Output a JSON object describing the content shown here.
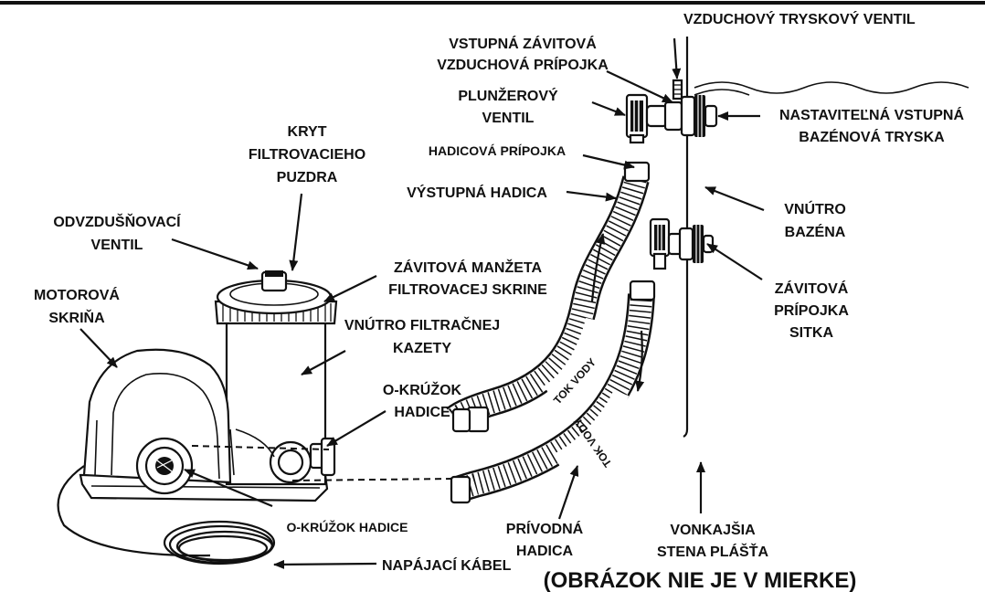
{
  "labels": {
    "air_jet_valve": "VZDUCHOVÝ TRYSKOVÝ VENTIL",
    "air_inlet_fitting": [
      "VSTUPNÁ ZÁVITOVÁ",
      "VZDUCHOVÁ PRÍPOJKA"
    ],
    "plunger_valve": [
      "PLUNŽEROVÝ",
      "VENTIL"
    ],
    "adjustable_inlet_nozzle": [
      "NASTAVITEĽNÁ VSTUPNÁ",
      "BAZÉNOVÁ TRYSKA"
    ],
    "hose_connector": "HADICOVÁ PRÍPOJKA",
    "outlet_hose": "VÝSTUPNÁ HADICA",
    "filter_housing_cover": [
      "KRYT",
      "FILTROVACIEHO",
      "PUZDRA"
    ],
    "pool_inside": [
      "VNÚTRO",
      "BAZÉNA"
    ],
    "air_release_valve": [
      "ODVZDUŠŇOVACÍ",
      "VENTIL"
    ],
    "threaded_collar": [
      "ZÁVITOVÁ MANŽETA",
      "FILTROVACEJ SKRINE"
    ],
    "strainer_connector": [
      "ZÁVITOVÁ",
      "PRÍPOJKA",
      "SITKA"
    ],
    "motor_housing": [
      "MOTOROVÁ",
      "SKRIŇA"
    ],
    "cartridge_inside": [
      "VNÚTRO FILTRAČNEJ",
      "KAZETY"
    ],
    "hose_o_ring_upper": [
      "O-KRÚŽOK",
      "HADICE"
    ],
    "hose_o_ring_lower": "O-KRÚŽOK HADICE",
    "inlet_hose": [
      "PRÍVODNÁ",
      "HADICA"
    ],
    "outer_wall": [
      "VONKAJŠIA",
      "STENA PLÁŠŤA"
    ],
    "power_cord": "NAPÁJACÍ KÁBEL",
    "water_flow_1": "TOK VODY",
    "water_flow_2": "TOK VODY",
    "not_to_scale": "(OBRÁZOK NIE JE V MIERKE)"
  }
}
